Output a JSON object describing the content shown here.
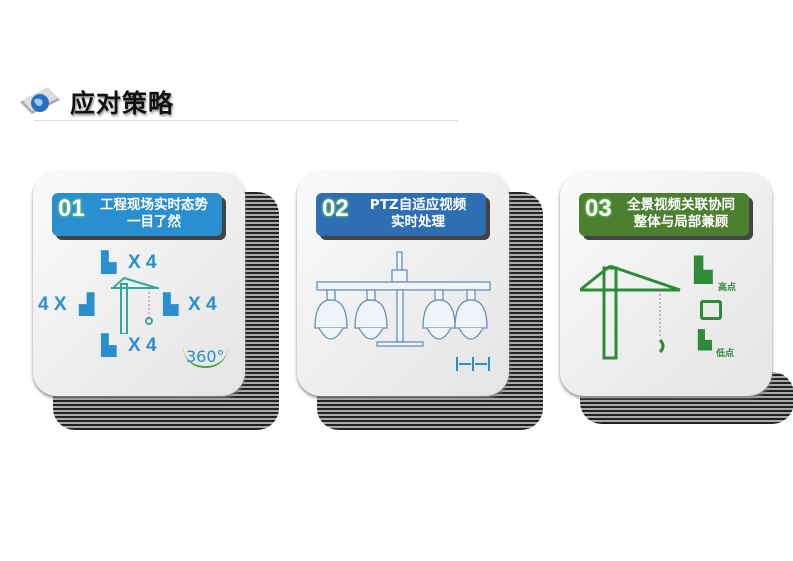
{
  "header": {
    "title": "应对策略",
    "icon": "globe-folder-icon"
  },
  "cards": [
    {
      "number": "01",
      "line1": "工程现场实时态势",
      "line2": "一目了然",
      "color": "#2a8fd0",
      "camera_counts": [
        "X 4",
        "4 X",
        "X 4",
        "X 4"
      ],
      "badge": "360°"
    },
    {
      "number": "02",
      "line1": "PTZ自适应视频",
      "line2": "实时处理",
      "color": "#2e6fb3"
    },
    {
      "number": "03",
      "line1": "全景视频关联协同",
      "line2": "整体与局部兼顾",
      "color": "#4c7f2f",
      "high_label": "高点",
      "low_label": "低点"
    }
  ]
}
